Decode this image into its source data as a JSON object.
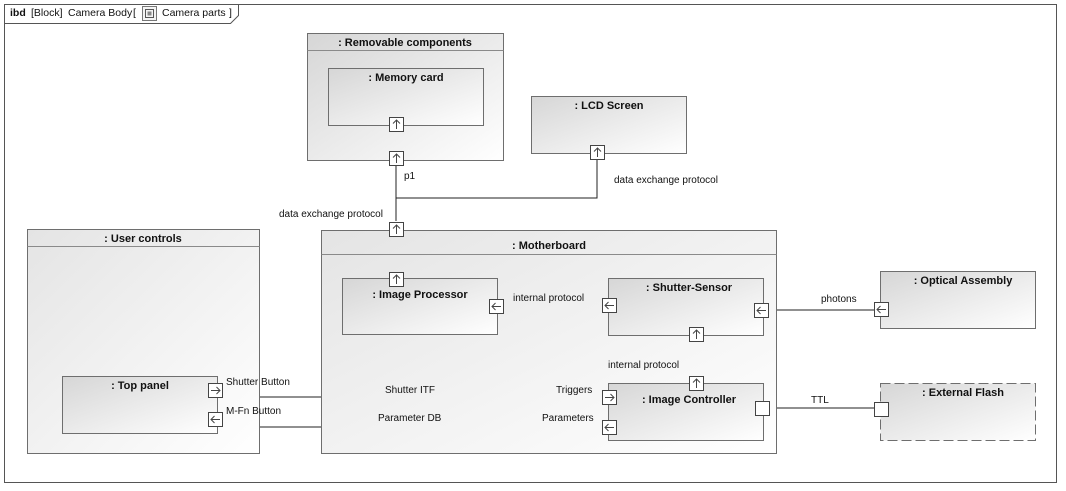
{
  "frame": {
    "kind": "ibd",
    "stereotype": "[Block]",
    "name": "Camera Body",
    "diagram_name": "Camera parts"
  },
  "blocks": {
    "removable": ": Removable components",
    "memory_card": ": Memory card",
    "lcd": ": LCD Screen",
    "user_controls": ": User controls",
    "top_panel": ": Top panel",
    "motherboard": ": Motherboard",
    "image_processor": ": Image Processor",
    "shutter_sensor": ": Shutter-Sensor",
    "image_controller": ": Image Controller",
    "optical": ": Optical Assembly",
    "flash": ": External Flash"
  },
  "labels": {
    "p1": "p1",
    "data_exchange_1": "data exchange protocol",
    "data_exchange_2": "data exchange protocol",
    "internal_1": "internal protocol",
    "internal_2": "internal protocol",
    "photons": "photons",
    "ttl": "TTL",
    "shutter_button": "Shutter Button",
    "mfn_button": "M-Fn Button",
    "shutter_itf": "Shutter ITF",
    "parameter_db": "Parameter DB",
    "triggers": "Triggers",
    "parameters": "Parameters"
  }
}
